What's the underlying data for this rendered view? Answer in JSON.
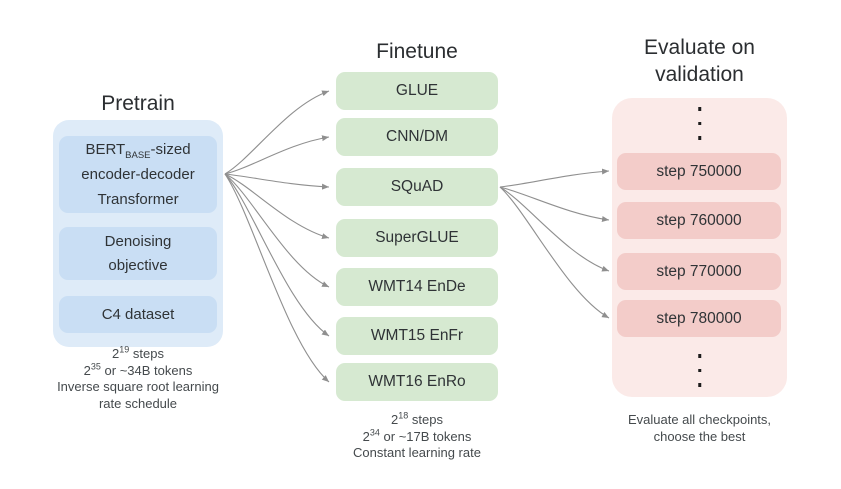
{
  "headings": {
    "pretrain": "Pretrain",
    "finetune": "Finetune",
    "evaluate_line1": "Evaluate on",
    "evaluate_line2": "validation"
  },
  "pretrain": {
    "model_box": {
      "name_base": "BERT",
      "name_subscript": "BASE",
      "name_suffix": "-sized",
      "line2": "encoder-decoder",
      "line3": "Transformer"
    },
    "objective_box": {
      "line1": "Denoising",
      "line2": "objective"
    },
    "dataset_box": {
      "label": "C4 dataset"
    },
    "caption": {
      "steps": {
        "base": "2",
        "exponent": "19",
        "rest": " steps"
      },
      "tokens": {
        "base": "2",
        "exponent": "35",
        "rest": " or ~34B tokens"
      },
      "line3": "Inverse square root learning",
      "line4": "rate schedule"
    }
  },
  "finetune": {
    "tasks": [
      "GLUE",
      "CNN/DM",
      "SQuAD",
      "SuperGLUE",
      "WMT14 EnDe",
      "WMT15 EnFr",
      "WMT16 EnRo"
    ],
    "caption": {
      "steps": {
        "base": "2",
        "exponent": "18",
        "rest": " steps"
      },
      "tokens": {
        "base": "2",
        "exponent": "34",
        "rest": " or ~17B tokens"
      },
      "line3": "Constant learning rate"
    }
  },
  "evaluate": {
    "checkpoints": [
      "step 750000",
      "step 760000",
      "step 770000",
      "step 780000"
    ],
    "caption": {
      "line1": "Evaluate all checkpoints,",
      "line2": "choose the best"
    }
  },
  "icons": {
    "vertical_ellipsis": "⋮"
  },
  "colors": {
    "pretrain_outer": "#deebf8",
    "pretrain_inner": "#c9def4",
    "finetune_box": "#d6e9d1",
    "evaluate_outer": "#fbeae8",
    "evaluate_inner": "#f3ccc9",
    "arrow": "#8f8f8f",
    "text": "#3c4043"
  }
}
